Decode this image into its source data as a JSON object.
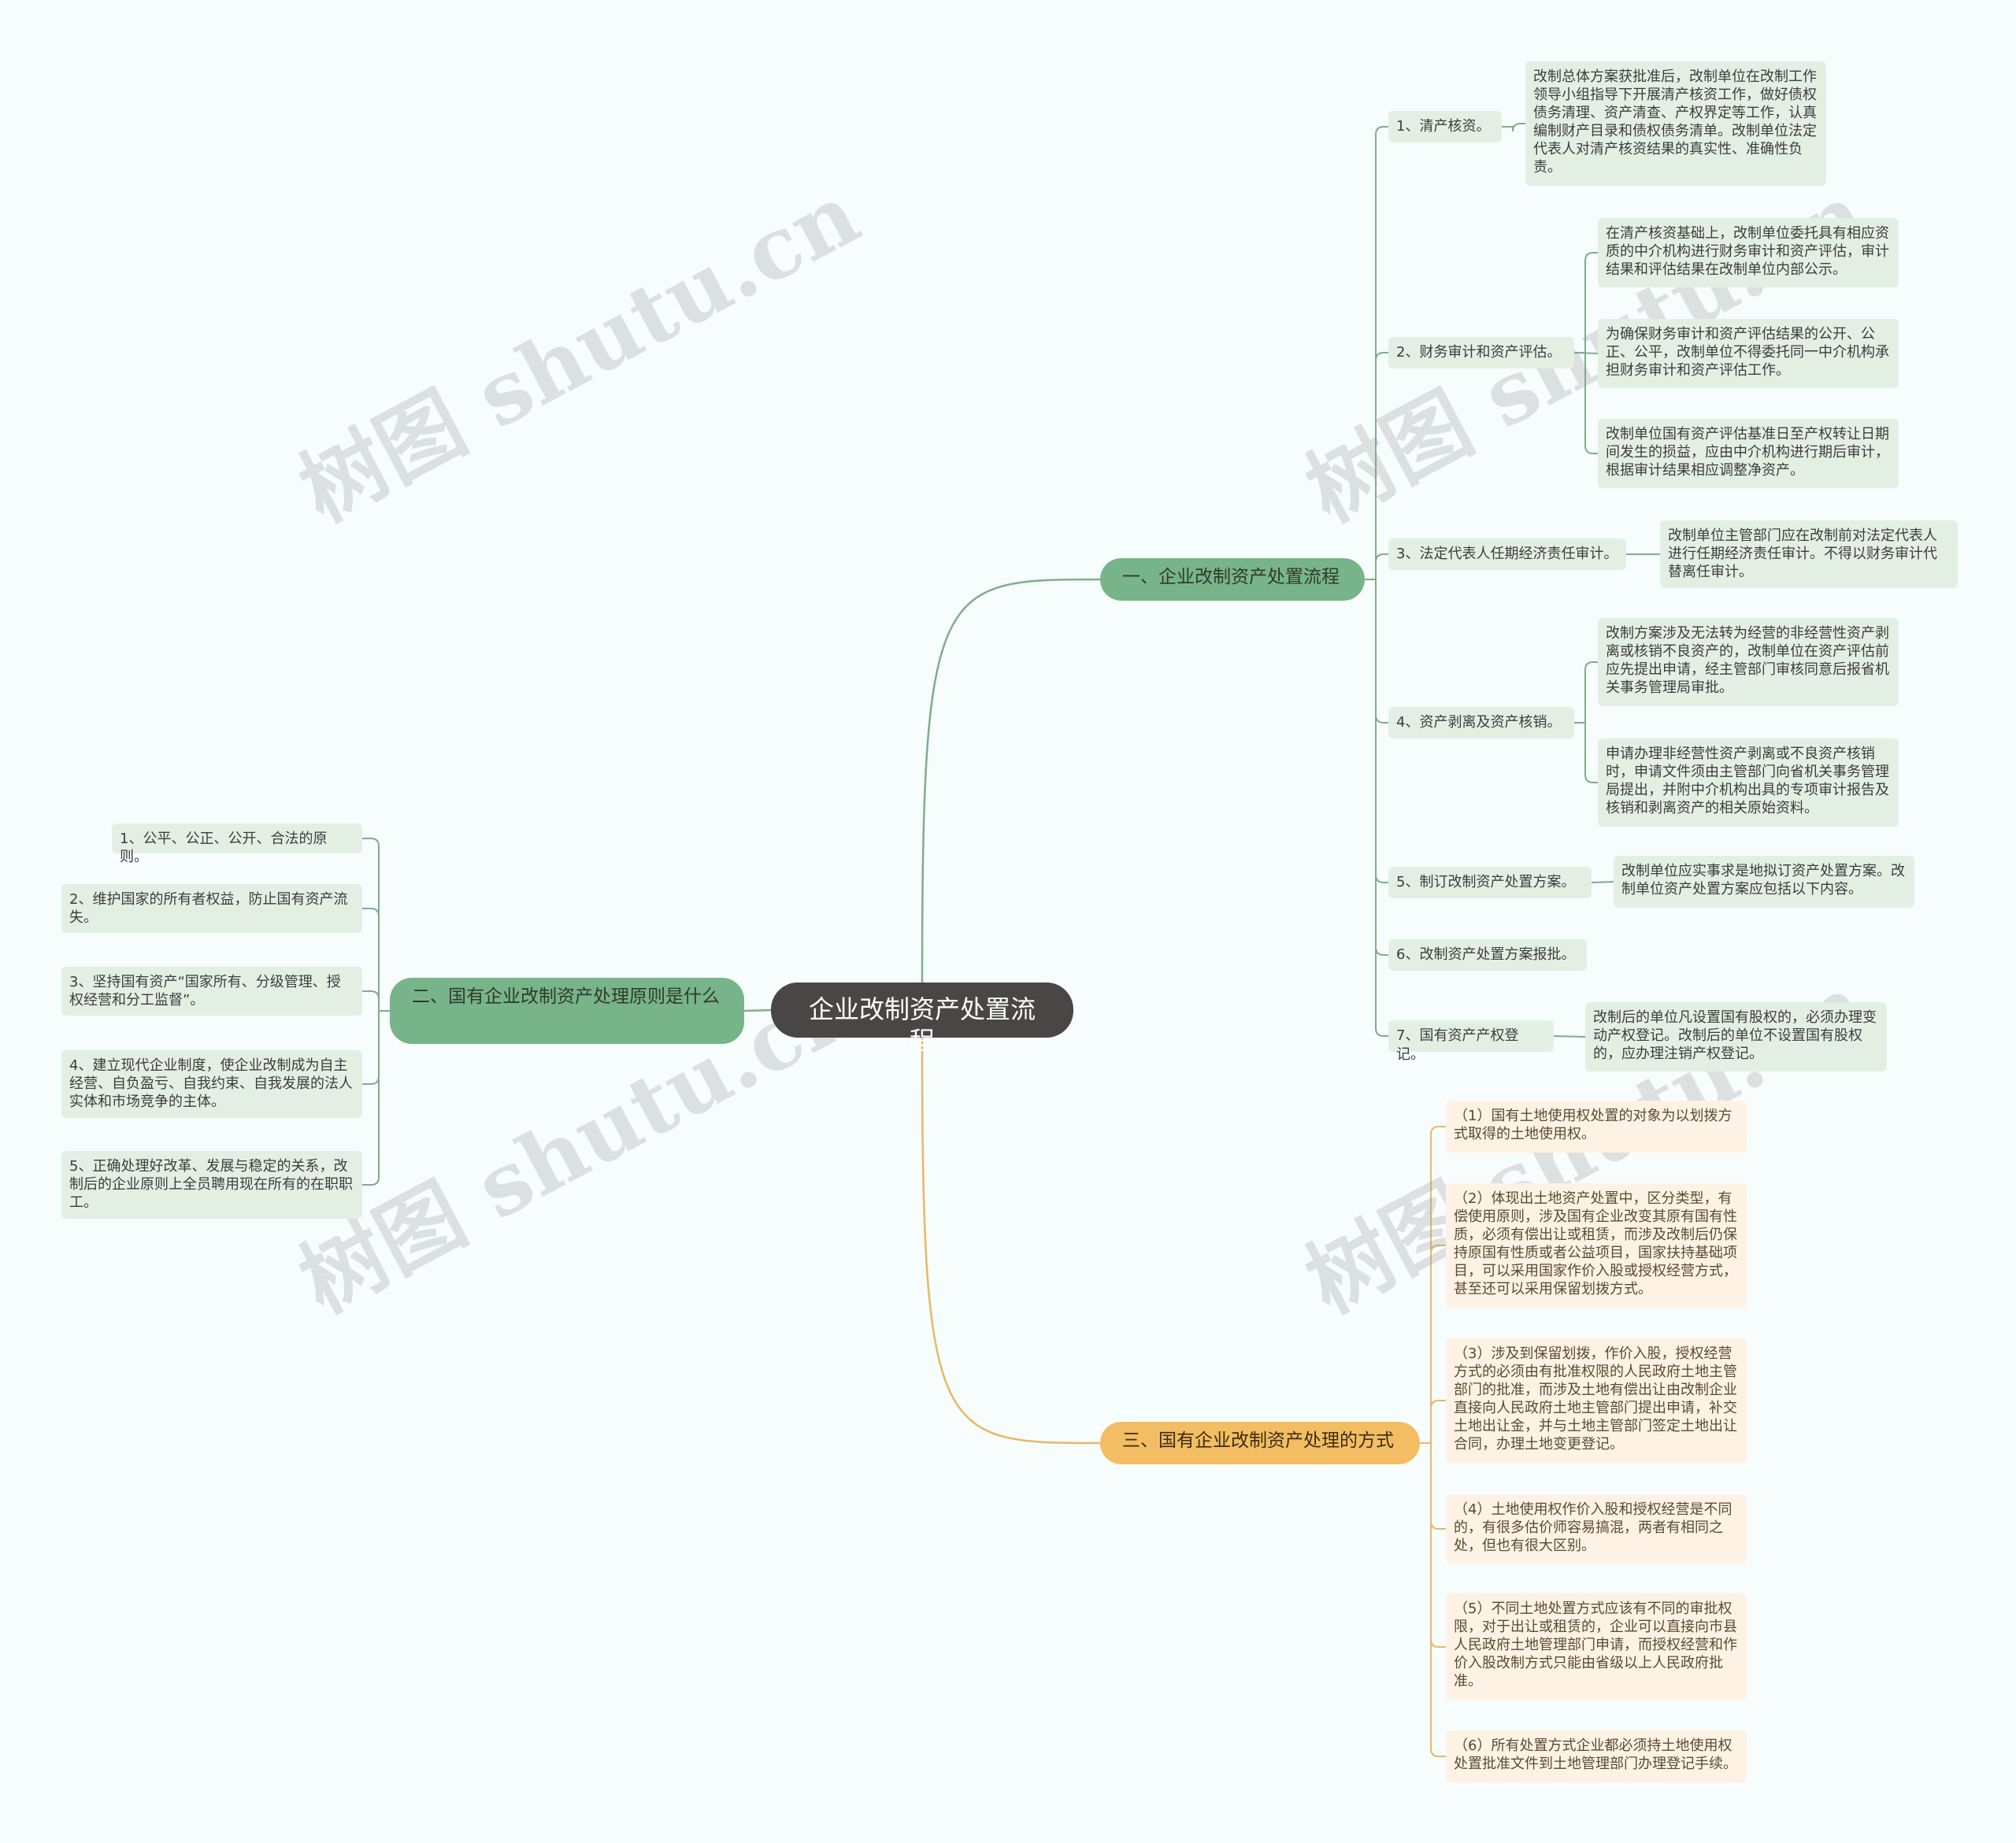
{
  "root": "企业改制资产处置流程",
  "colors": {
    "green": "#78b489",
    "orange": "#f3bd63",
    "root": "#4a4646",
    "green_line": "#7fae8b",
    "orange_line": "#e7b866"
  },
  "branch1": {
    "title": "一、企业改制资产处置流程",
    "items": [
      {
        "label": "1、清产核资。",
        "details": [
          "改制总体方案获批准后，改制单位在改制工作领导小组指导下开展清产核资工作，做好债权债务清理、资产清查、产权界定等工作，认真编制财产目录和债权债务清单。改制单位法定代表人对清产核资结果的真实性、准确性负责。"
        ]
      },
      {
        "label": "2、财务审计和资产评估。",
        "details": [
          "在清产核资基础上，改制单位委托具有相应资质的中介机构进行财务审计和资产评估，审计结果和评估结果在改制单位内部公示。",
          "为确保财务审计和资产评估结果的公开、公正、公平，改制单位不得委托同一中介机构承担财务审计和资产评估工作。",
          "改制单位国有资产评估基准日至产权转让日期间发生的损益，应由中介机构进行期后审计，根据审计结果相应调整净资产。"
        ]
      },
      {
        "label": "3、法定代表人任期经济责任审计。",
        "details": [
          "改制单位主管部门应在改制前对法定代表人进行任期经济责任审计。不得以财务审计代替离任审计。"
        ]
      },
      {
        "label": "4、资产剥离及资产核销。",
        "details": [
          "改制方案涉及无法转为经营的非经营性资产剥离或核销不良资产的，改制单位在资产评估前应先提出申请，经主管部门审核同意后报省机关事务管理局审批。",
          "申请办理非经营性资产剥离或不良资产核销时，申请文件须由主管部门向省机关事务管理局提出，并附中介机构出具的专项审计报告及核销和剥离资产的相关原始资料。"
        ]
      },
      {
        "label": "5、制订改制资产处置方案。",
        "details": [
          "改制单位应实事求是地拟订资产处置方案。改制单位资产处置方案应包括以下内容。"
        ]
      },
      {
        "label": "6、改制资产处置方案报批。",
        "details": []
      },
      {
        "label": "7、国有资产产权登记。",
        "details": [
          "改制后的单位凡设置国有股权的，必须办理变动产权登记。改制后的单位不设置国有股权的，应办理注销产权登记。"
        ]
      }
    ]
  },
  "branch2": {
    "title": "二、国有企业改制资产处理原则是什么",
    "items": [
      "1、公平、公正、公开、合法的原则。",
      "2、维护国家的所有者权益，防止国有资产流失。",
      "3、坚持国有资产“国家所有、分级管理、授权经营和分工监督”。",
      "4、建立现代企业制度，使企业改制成为自主经营、自负盈亏、自我约束、自我发展的法人实体和市场竞争的主体。",
      "5、正确处理好改革、发展与稳定的关系，改制后的企业原则上全员聘用现在所有的在职职工。"
    ]
  },
  "branch3": {
    "title": "三、国有企业改制资产处理的方式",
    "items": [
      "（1）国有土地使用权处置的对象为以划拨方式取得的土地使用权。",
      "（2）体现出土地资产处置中，区分类型，有偿使用原则，涉及国有企业改变其原有国有性质，必须有偿出让或租赁，而涉及改制后仍保持原国有性质或者公益项目，国家扶持基础项目，可以采用国家作价入股或授权经营方式，甚至还可以采用保留划拨方式。",
      "（3）涉及到保留划拨，作价入股，授权经营方式的必须由有批准权限的人民政府土地主管部门的批准，而涉及土地有偿出让由改制企业直接向人民政府土地主管部门提出申请，补交土地出让金，并与土地主管部门签定土地出让合同，办理土地变更登记。",
      "（4）土地使用权作价入股和授权经营是不同的，有很多估价师容易搞混，两者有相同之处，但也有很大区别。",
      "（5）不同土地处置方式应该有不同的审批权限，对于出让或租赁的，企业可以直接向市县人民政府土地管理部门申请，而授权经营和作价入股改制方式只能由省级以上人民政府批准。",
      "（6）所有处置方式企业都必须持土地使用权处置批准文件到土地管理部门办理登记手续。"
    ]
  },
  "watermark": "树图 shutu.cn"
}
